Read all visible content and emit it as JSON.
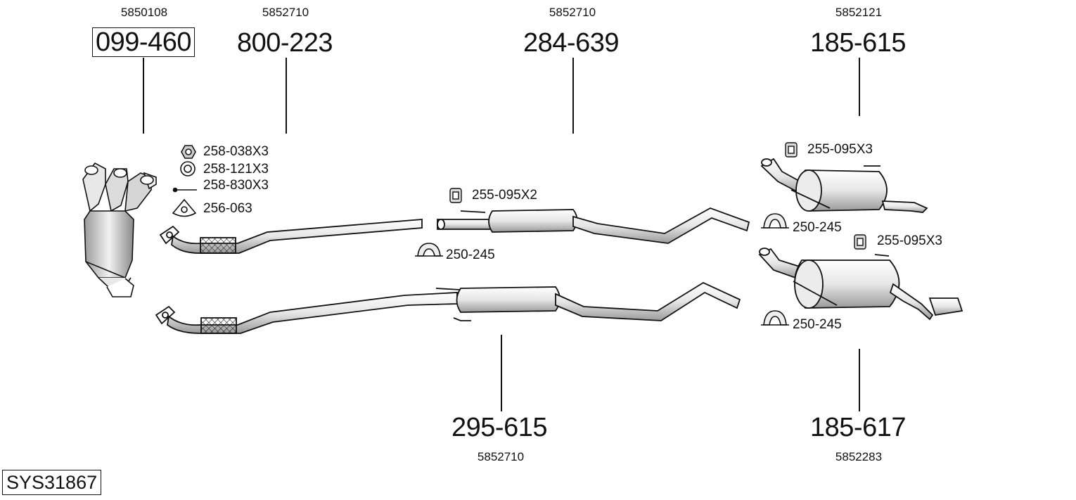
{
  "system_id": "SYS31867",
  "parts": [
    {
      "id": "catalyst",
      "number": "099-460",
      "oem": "5850108",
      "boxed": true
    },
    {
      "id": "front-pipe",
      "number": "800-223",
      "oem": "5852710"
    },
    {
      "id": "centre-silencer-a",
      "number": "284-639",
      "oem": "5852710"
    },
    {
      "id": "rear-silencer-a",
      "number": "185-615",
      "oem": "5852121"
    },
    {
      "id": "centre-silencer-b",
      "number": "295-615",
      "oem": "5852710"
    },
    {
      "id": "rear-silencer-b",
      "number": "185-617",
      "oem": "5852283"
    }
  ],
  "accessories": [
    {
      "id": "nut",
      "label": "258-038X3",
      "icon": "nut-icon"
    },
    {
      "id": "washer",
      "label": "258-121X3",
      "icon": "washer-icon"
    },
    {
      "id": "bolt",
      "label": "258-830X3",
      "icon": "bolt-icon"
    },
    {
      "id": "gasket",
      "label": "256-063",
      "icon": "gasket-icon"
    },
    {
      "id": "rubber-mount-centre",
      "label": "255-095X2",
      "icon": "rubber-mount-icon"
    },
    {
      "id": "clamp-centre",
      "label": "250-245",
      "icon": "clamp-icon"
    },
    {
      "id": "rubber-mount-rear-a",
      "label": "255-095X3",
      "icon": "rubber-mount-icon"
    },
    {
      "id": "clamp-rear-a",
      "label": "250-245",
      "icon": "clamp-icon"
    },
    {
      "id": "rubber-mount-rear-b",
      "label": "255-095X3",
      "icon": "rubber-mount-icon"
    },
    {
      "id": "clamp-rear-b",
      "label": "250-245",
      "icon": "clamp-icon"
    }
  ]
}
